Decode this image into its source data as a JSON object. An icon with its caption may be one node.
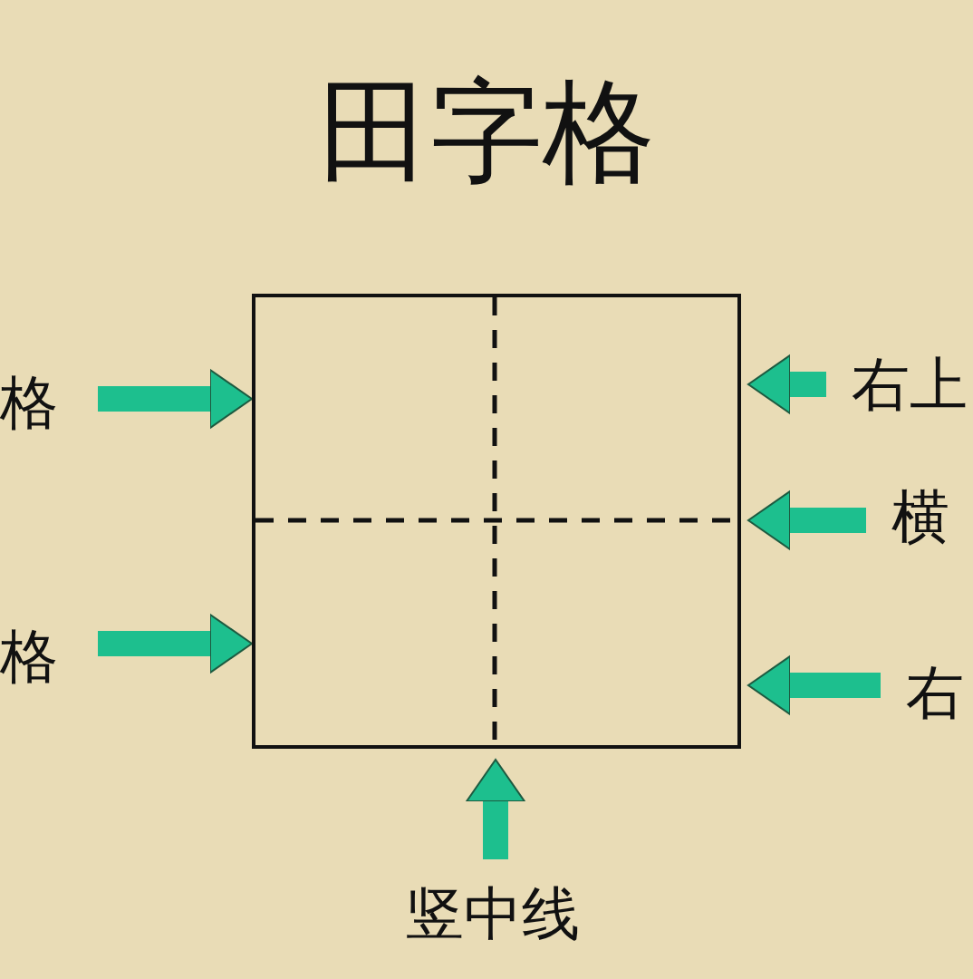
{
  "diagram": {
    "title": "田字格",
    "nodes": [
      {
        "text": [],
        "shape": "box"
      },
      {
        "text": [
          "格"
        ]
      },
      {
        "text": [
          "格"
        ]
      },
      {
        "text": [
          "右上"
        ]
      },
      {
        "text": [
          "横"
        ]
      },
      {
        "text": [
          "右"
        ]
      },
      {
        "text": [
          "竖中线"
        ]
      }
    ],
    "edges": [
      {
        "from": 1,
        "to": 0,
        "arrow": "to"
      },
      {
        "from": 2,
        "to": 0,
        "arrow": "to"
      },
      {
        "from": 3,
        "to": 0,
        "arrow": "to"
      },
      {
        "from": 4,
        "to": 0,
        "arrow": "to"
      },
      {
        "from": 5,
        "to": 0,
        "arrow": "to"
      },
      {
        "from": 6,
        "to": 0,
        "arrow": "to"
      }
    ]
  }
}
